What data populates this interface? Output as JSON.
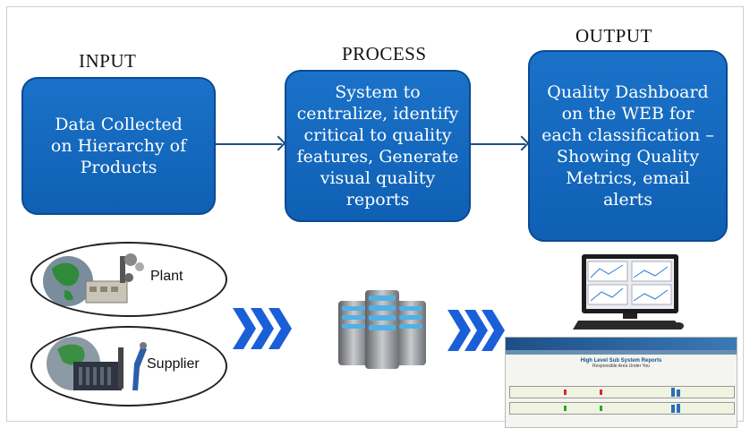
{
  "headings": {
    "input": "INPUT",
    "process": "PROCESS",
    "output": "OUTPUT"
  },
  "boxes": {
    "input": "Data Collected on Hierarchy of Products",
    "process": "System to centralize, identify critical to quality features, Generate visual quality reports",
    "output": "Quality Dashboard on the WEB for each classification – Showing Quality Metrics, email alerts"
  },
  "sources": {
    "plant": "Plant",
    "supplier": "Supplier"
  },
  "dashboard": {
    "title": "High Level Sub System Reports",
    "subtitle": "Responsible Area Under You"
  },
  "colors": {
    "box_fill": "#1467bc",
    "box_border": "#0b4a8f",
    "chevron": "#1a5fd8",
    "arrow": "#1c4f86"
  }
}
